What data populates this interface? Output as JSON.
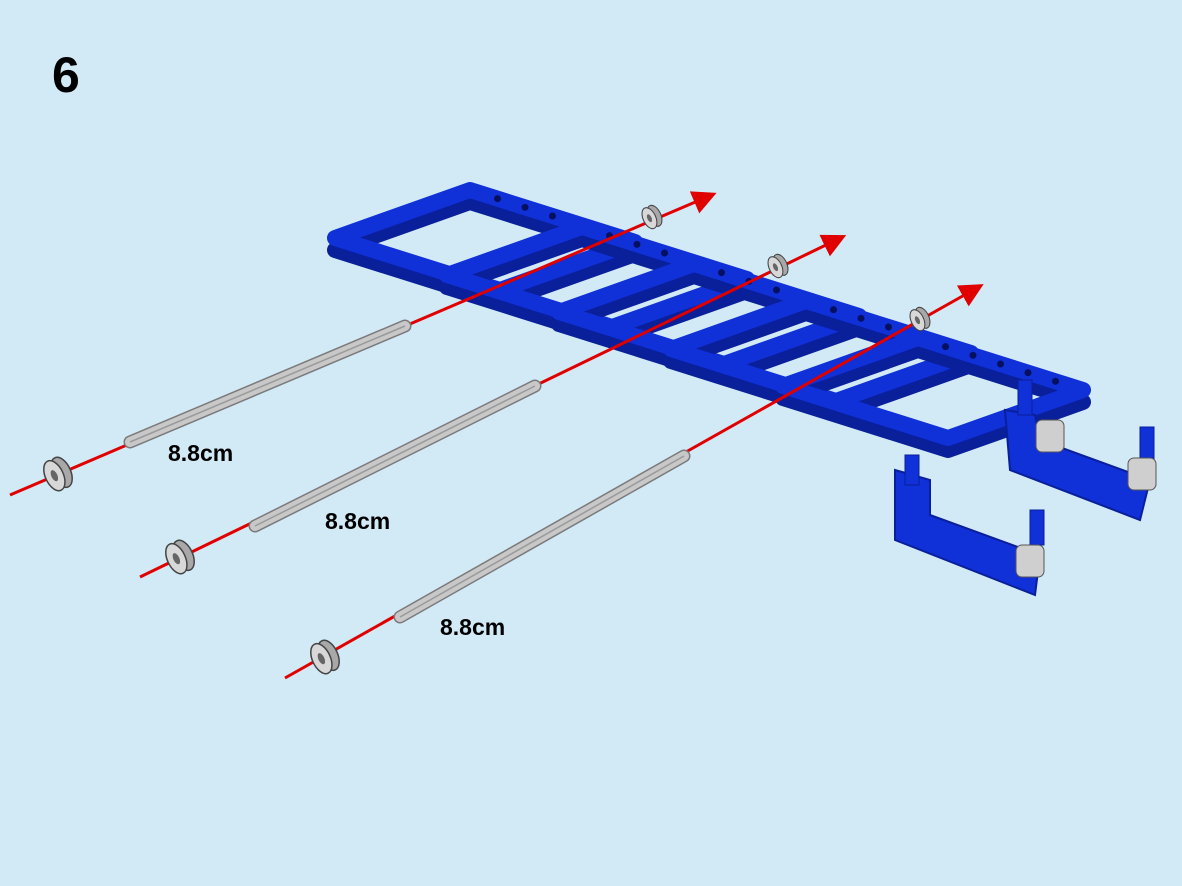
{
  "step_number": "6",
  "parts": {
    "axles": [
      {
        "length_label": "8.8cm"
      },
      {
        "length_label": "8.8cm"
      },
      {
        "length_label": "8.8cm"
      }
    ]
  },
  "colors": {
    "background": "#d2e9f6",
    "beam": "#1030d8",
    "beam_dark": "#0a1f9a",
    "guide_line": "#e00000",
    "axle": "#c8c8c8"
  }
}
